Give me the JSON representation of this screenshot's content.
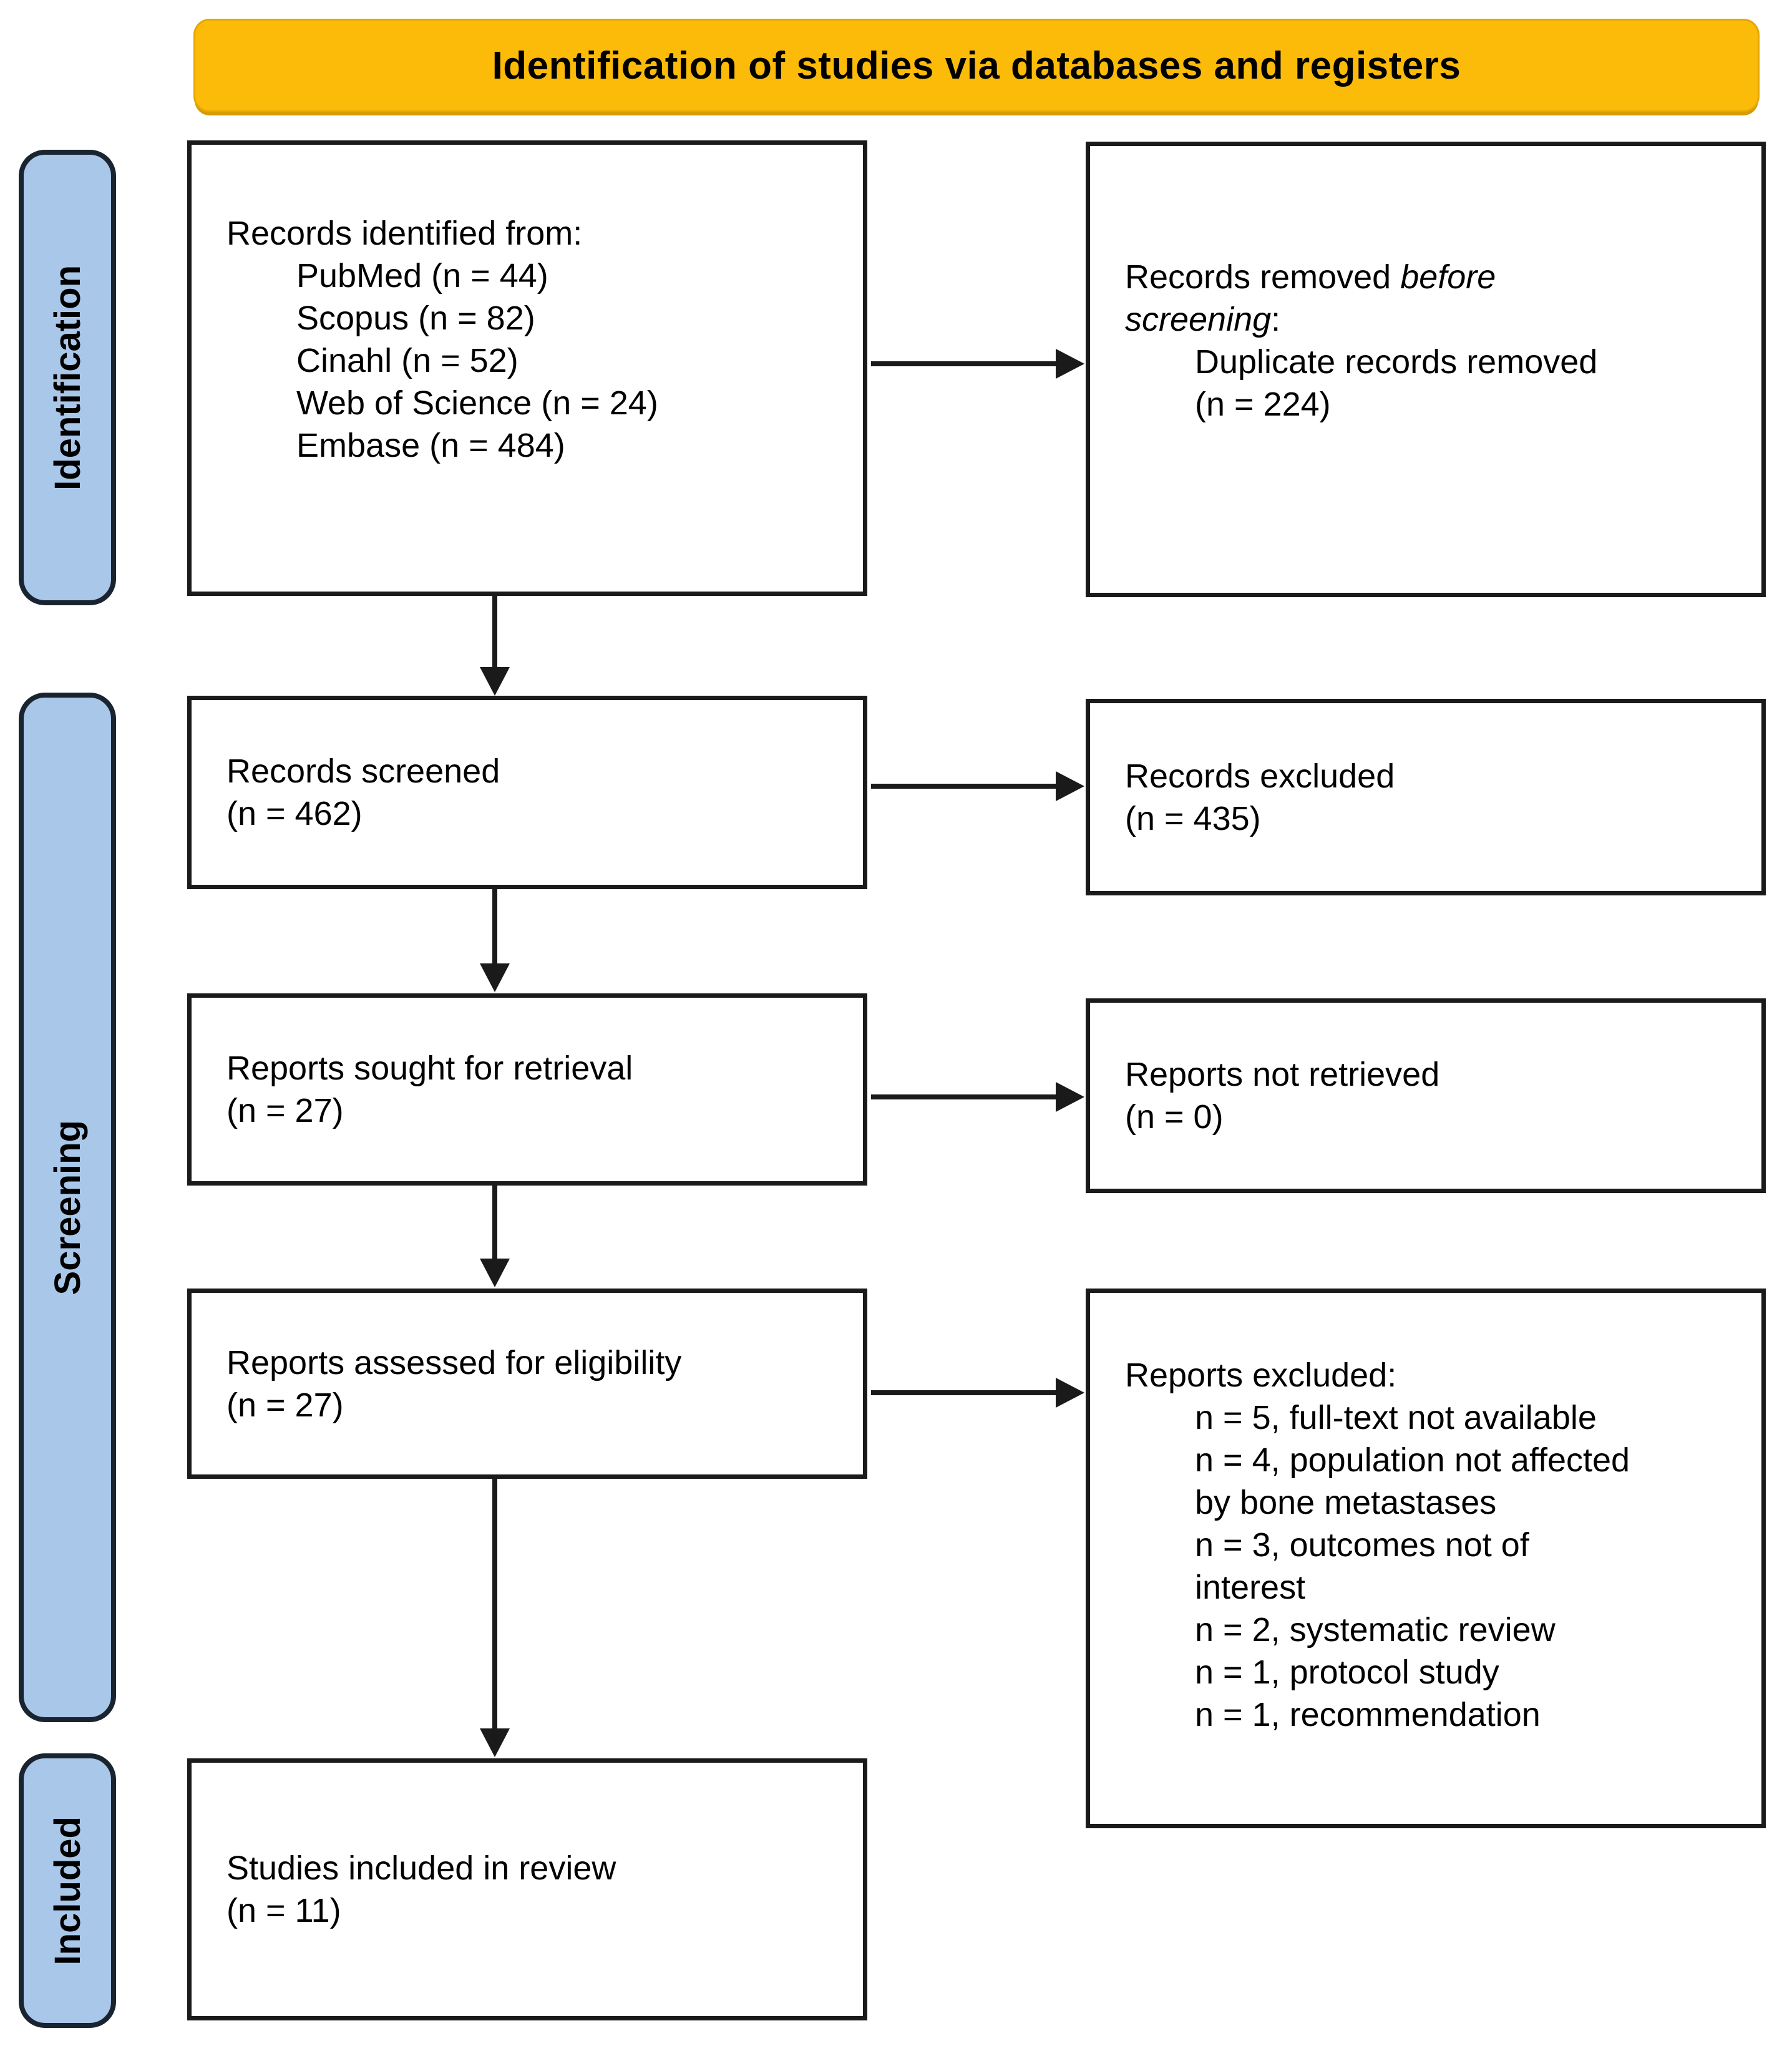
{
  "banner": {
    "title": "Identification of studies via databases and registers"
  },
  "stage_labels": {
    "identification": "Identification",
    "screening": "Screening",
    "included": "Included"
  },
  "colors": {
    "banner_fill": "#FBBB08",
    "stage_pill_fill": "#A9C7E9",
    "stage_pill_border": "#1A2430",
    "box_border": "#1A1A1A",
    "arrow": "#1A1A1A"
  },
  "boxes": {
    "identified": {
      "title": "Records identified from:",
      "items": [
        "PubMed (n = 44)",
        "Scopus (n = 82)",
        "Cinahl (n = 52)",
        "Web of Science (n = 24)",
        "Embase (n = 484)"
      ]
    },
    "removed_before_screening": {
      "line1_normal": "Records removed ",
      "line1_italic": "before",
      "line2_italic": "screening",
      "line2_suffix": ":",
      "items": [
        "Duplicate records removed",
        "(n = 224)"
      ]
    },
    "screened": {
      "lines": [
        "Records screened",
        "(n = 462)"
      ]
    },
    "records_excluded": {
      "lines": [
        "Records excluded",
        "(n = 435)"
      ]
    },
    "sought_retrieval": {
      "lines": [
        "Reports sought for retrieval",
        "(n = 27)"
      ]
    },
    "not_retrieved": {
      "lines": [
        "Reports not retrieved",
        "(n = 0)"
      ]
    },
    "assessed_eligibility": {
      "lines": [
        "Reports assessed for eligibility",
        "(n = 27)"
      ]
    },
    "reports_excluded": {
      "title": "Reports excluded:",
      "items": [
        [
          "n = 5, full-text not available"
        ],
        [
          "n = 4, population not affected",
          "by bone metastases"
        ],
        [
          "n = 3, outcomes not of",
          "interest"
        ],
        [
          "n = 2, systematic review"
        ],
        [
          "n = 1, protocol study"
        ],
        [
          "n = 1, recommendation"
        ]
      ]
    },
    "included_in_review": {
      "lines": [
        "Studies included in review",
        "(n = 11)"
      ]
    }
  }
}
